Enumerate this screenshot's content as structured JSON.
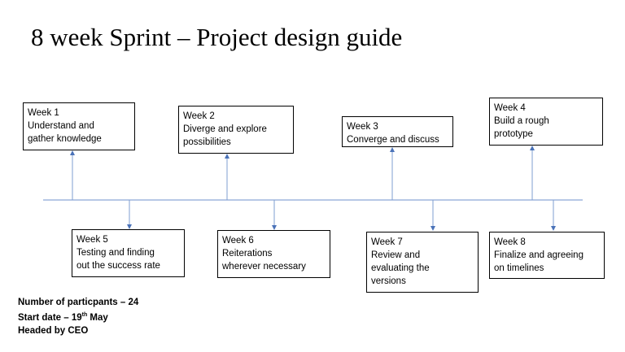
{
  "title": "8 week Sprint – Project design guide",
  "weeks": [
    {
      "week": "Week 1",
      "lines": [
        "Understand and",
        "gather knowledge"
      ]
    },
    {
      "week": "Week 2",
      "lines": [
        "Diverge and explore",
        "possibilities"
      ]
    },
    {
      "week": "Week 3",
      "lines": [
        "Converge and discuss"
      ]
    },
    {
      "week": "Week 4",
      "lines": [
        "Build a rough",
        "prototype"
      ]
    },
    {
      "week": "Week 5",
      "lines": [
        "Testing and finding",
        "out the success rate"
      ]
    },
    {
      "week": "Week 6",
      "lines": [
        "Reiterations",
        "wherever necessary"
      ]
    },
    {
      "week": "Week 7",
      "lines": [
        "Review and",
        "evaluating the",
        "versions"
      ]
    },
    {
      "week": "Week 8",
      "lines": [
        "Finalize and agreeing",
        "on timelines"
      ]
    }
  ],
  "notes": {
    "participants": "Number of particpants – 24",
    "start_prefix": "Start date – 19",
    "start_sup": "th",
    "start_suffix": " May",
    "headed": "Headed by CEO"
  },
  "colors": {
    "line": "#7f9fd0",
    "arrow": "#4a72b8"
  }
}
